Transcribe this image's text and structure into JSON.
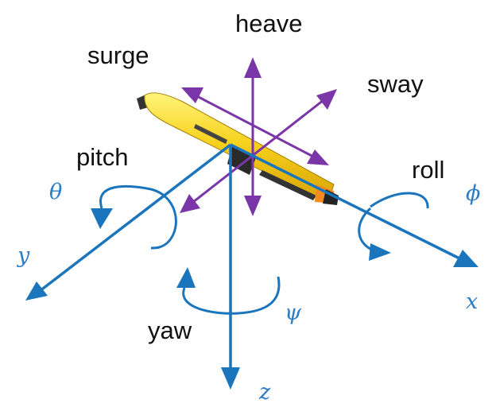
{
  "labels": {
    "heave": "heave",
    "surge": "surge",
    "sway": "sway",
    "pitch": "pitch",
    "roll": "roll",
    "yaw": "yaw"
  },
  "axes": {
    "x": "x",
    "y": "y",
    "z": "z"
  },
  "angles": {
    "theta": "θ",
    "phi": "ϕ",
    "psi": "ψ"
  },
  "colors": {
    "axis_blue": "#1b75bc",
    "symbol_blue": "#2a7dc6",
    "translation_purple": "#7a35a8",
    "label_black": "#111111",
    "pen_yellow": "#f7d21e",
    "pen_orange": "#f58a1f",
    "pen_dark": "#222222"
  },
  "icons": {
    "object": "pen-icon"
  }
}
